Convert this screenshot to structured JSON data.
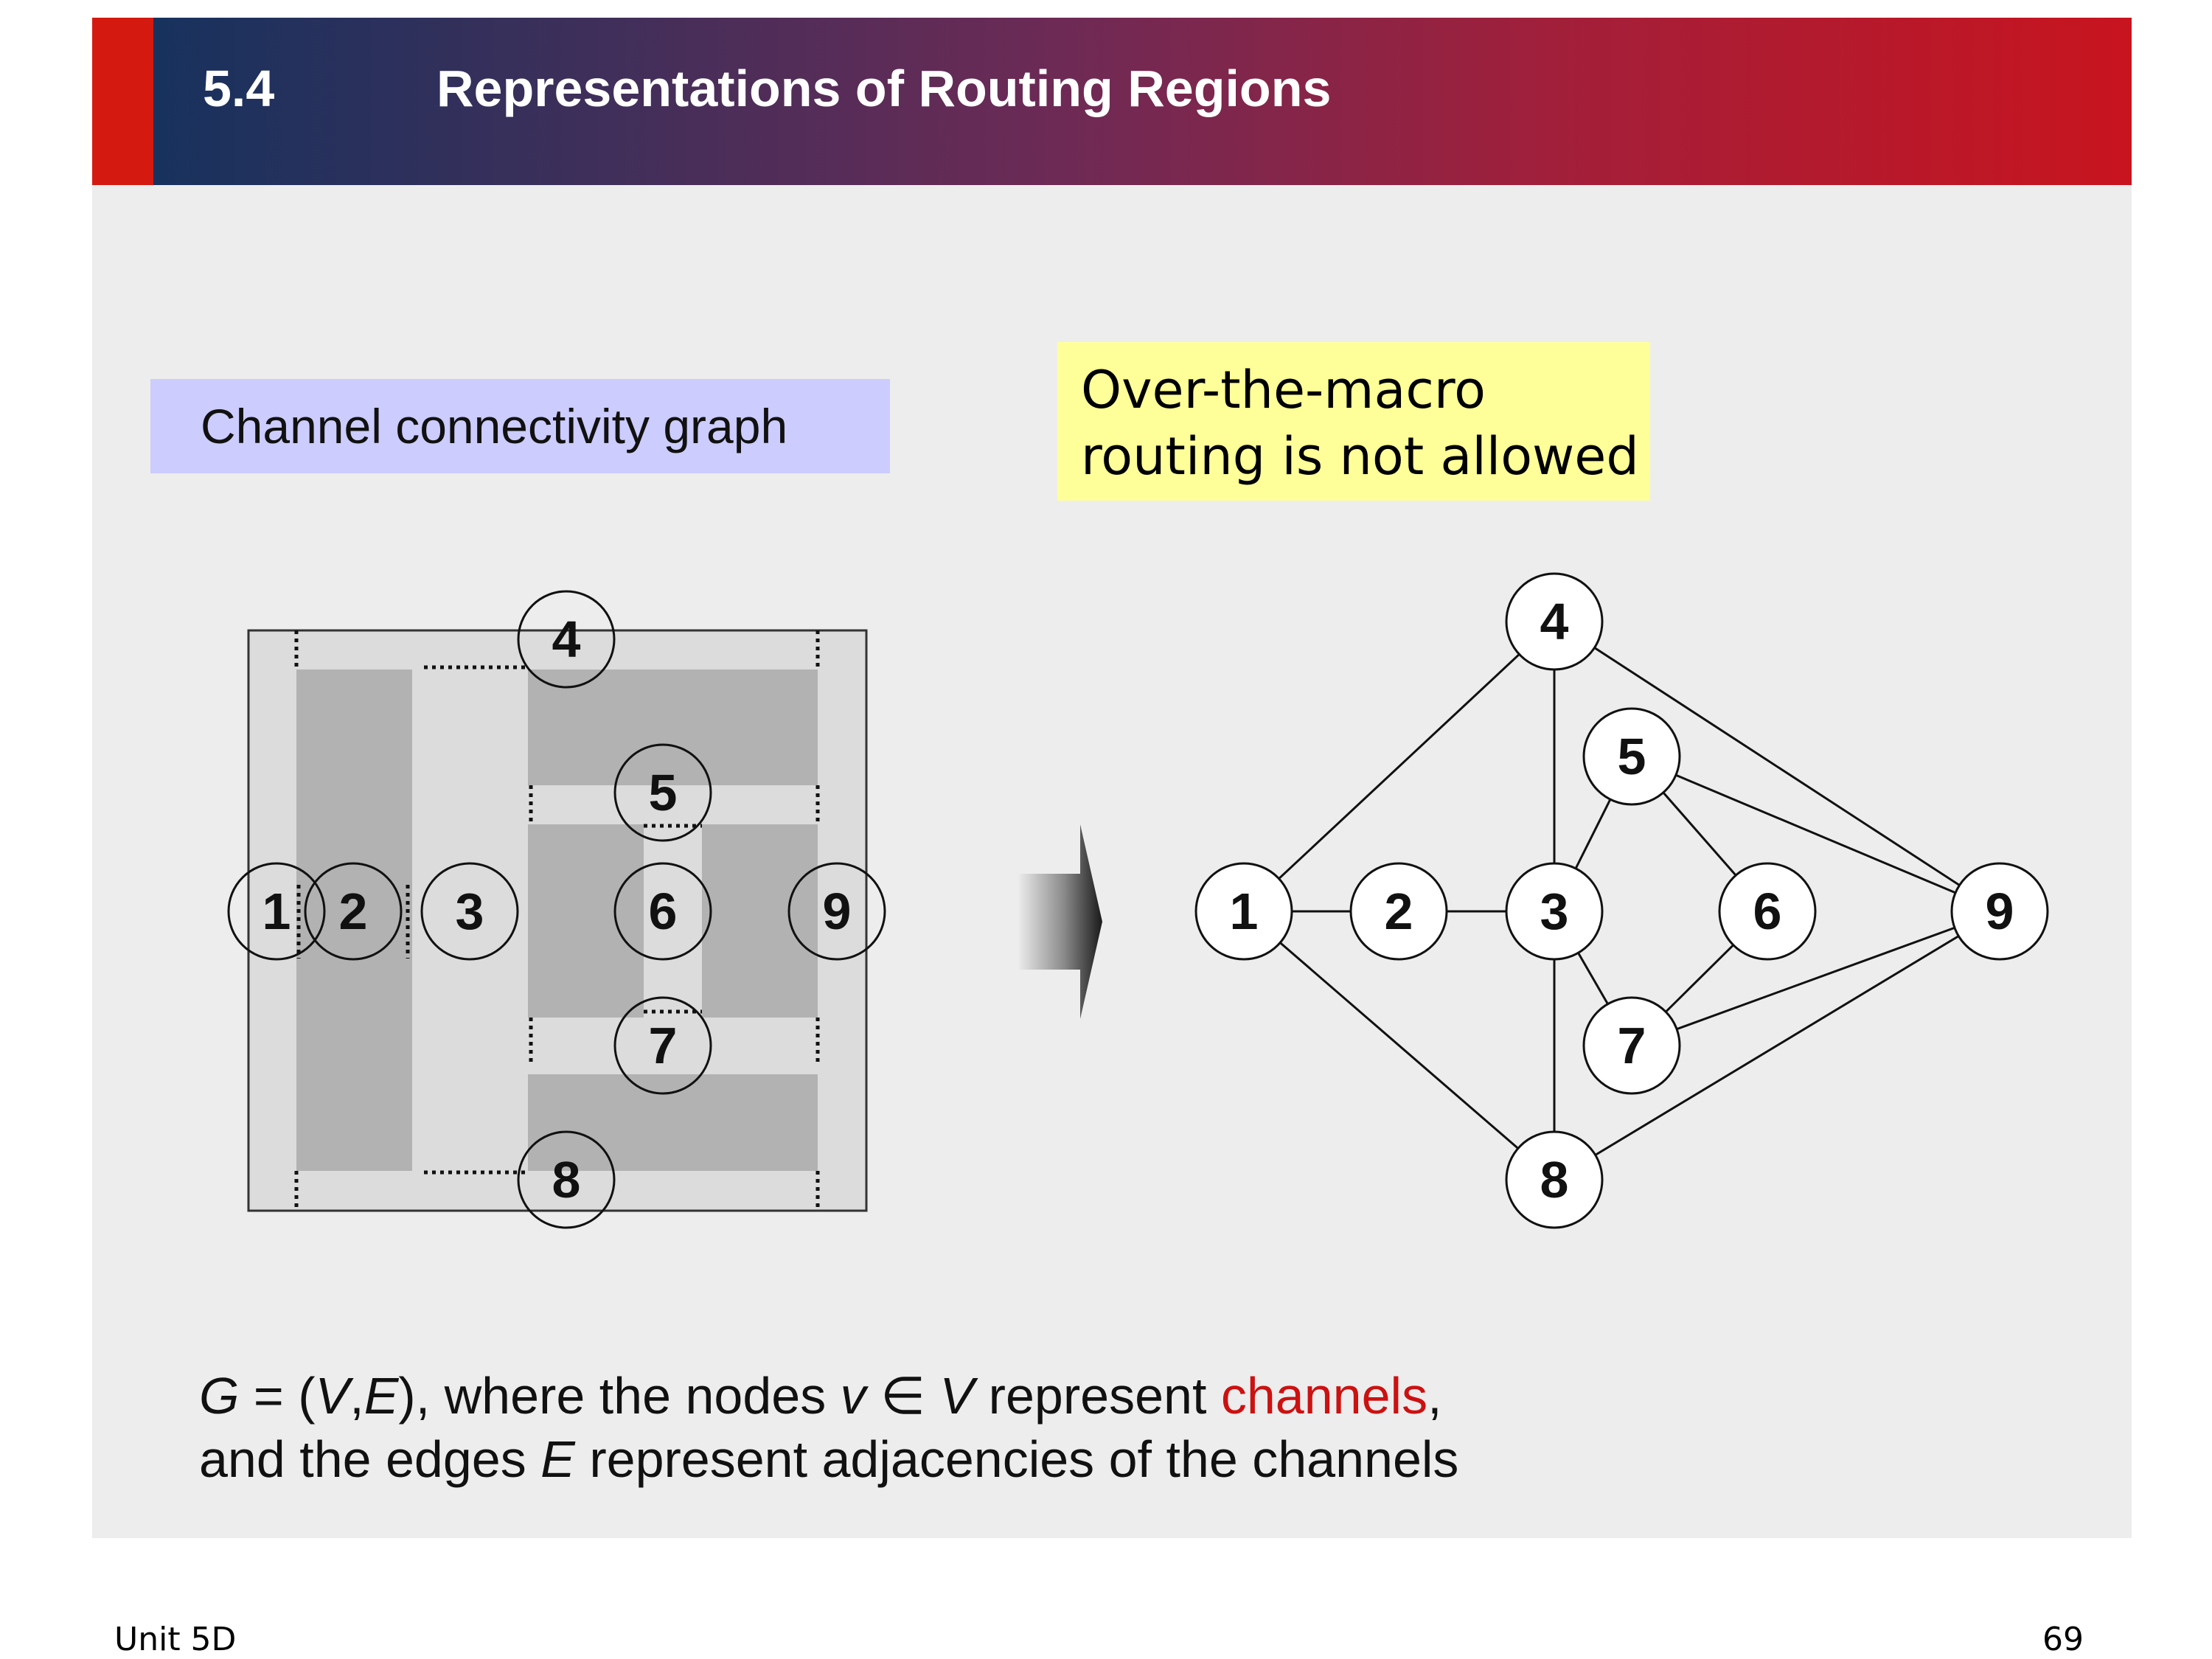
{
  "header": {
    "section_number": "5.4",
    "title": "Representations of Routing Regions"
  },
  "diagram_label": "Channel connectivity graph",
  "note": {
    "line1": "Over-the-macro",
    "line2": "routing is not allowed"
  },
  "layout_channels": [
    {
      "id": "1",
      "label": "1"
    },
    {
      "id": "2",
      "label": "2"
    },
    {
      "id": "3",
      "label": "3"
    },
    {
      "id": "4",
      "label": "4"
    },
    {
      "id": "5",
      "label": "5"
    },
    {
      "id": "6",
      "label": "6"
    },
    {
      "id": "7",
      "label": "7"
    },
    {
      "id": "8",
      "label": "8"
    },
    {
      "id": "9",
      "label": "9"
    }
  ],
  "graph": {
    "nodes": [
      "1",
      "2",
      "3",
      "4",
      "5",
      "6",
      "7",
      "8",
      "9"
    ],
    "edges": [
      [
        "1",
        "2"
      ],
      [
        "2",
        "3"
      ],
      [
        "1",
        "4"
      ],
      [
        "1",
        "8"
      ],
      [
        "3",
        "4"
      ],
      [
        "3",
        "5"
      ],
      [
        "3",
        "7"
      ],
      [
        "3",
        "8"
      ],
      [
        "4",
        "9"
      ],
      [
        "5",
        "6"
      ],
      [
        "5",
        "9"
      ],
      [
        "6",
        "7"
      ],
      [
        "7",
        "9"
      ],
      [
        "8",
        "9"
      ]
    ]
  },
  "caption": {
    "l1_g": "G",
    "l1_eq": " = (",
    "l1_v": "V",
    "l1_comma": ",",
    "l1_e": "E",
    "l1_mid": "), where the nodes ",
    "l1_vsmall": "v",
    "l1_in": " ∈ ",
    "l1_v2": "V",
    "l1_rep": " represent ",
    "l1_channels": "channels",
    "l1_end": ",",
    "l2_a": "and the edges ",
    "l2_e": "E",
    "l2_b": " represent adjacencies of the channels"
  },
  "footer": {
    "unit": "Unit 5D",
    "page": "69"
  },
  "colors": {
    "accent": "#cc1111",
    "label_box": "#ccccff",
    "note_box": "#ffff99",
    "macro": "#b2b2b2",
    "channel": "#dcdcdc"
  }
}
